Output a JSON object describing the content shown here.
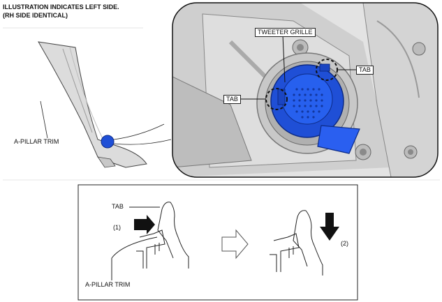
{
  "header": {
    "line1": "ILLUSTRATION INDICATES LEFT SIDE.",
    "line2": "(RH SIDE IDENTICAL)"
  },
  "overview": {
    "a_pillar_trim_label": "A-PILLAR TRIM"
  },
  "detail": {
    "tweeter_grille_label": "TWEETER GRILLE",
    "tab_right_label": "TAB",
    "tab_left_label": "TAB"
  },
  "procedure": {
    "tab_label": "TAB",
    "step1_label": "(1)",
    "step2_label": "(2)",
    "a_pillar_trim_label": "A-PILLAR TRIM"
  },
  "colors": {
    "grille_blue": "#1f4fd6",
    "trim_gray": "#d9d9d9",
    "outline": "#222222"
  }
}
